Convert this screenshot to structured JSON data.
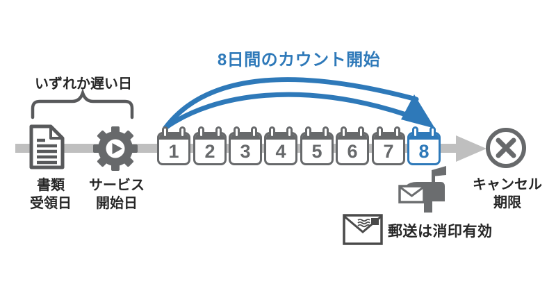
{
  "colors": {
    "blue": "#2e79b9",
    "icon_gray": "#67696b",
    "outline_gray": "#58595b",
    "bar_gray": "#bfbfbf",
    "text_dark": "#262626"
  },
  "annotations": {
    "count_start": "8日間のカウント開始",
    "whichever_later": "いずれか遅い日",
    "mail_postmark_note": "郵送は消印有効"
  },
  "timeline": {
    "document_label": [
      "書類",
      "受領日"
    ],
    "service_label": [
      "サービス",
      "開始日"
    ],
    "cancel_label": [
      "キャンセル",
      "期限"
    ],
    "days": [
      "1",
      "2",
      "3",
      "4",
      "5",
      "6",
      "7",
      "8"
    ],
    "highlighted_day": "8"
  },
  "icons": {
    "document": "document-icon",
    "gear_play": "gear-play-icon",
    "calendar": "calendar-icon",
    "curved_arrow": "curved-arrow-icon",
    "timeline_arrow": "right-arrow-icon",
    "mailbox": "mailbox-icon",
    "envelope_postmark": "envelope-postmark-icon",
    "cancel": "x-circle-icon",
    "brace": "curly-brace-icon"
  }
}
